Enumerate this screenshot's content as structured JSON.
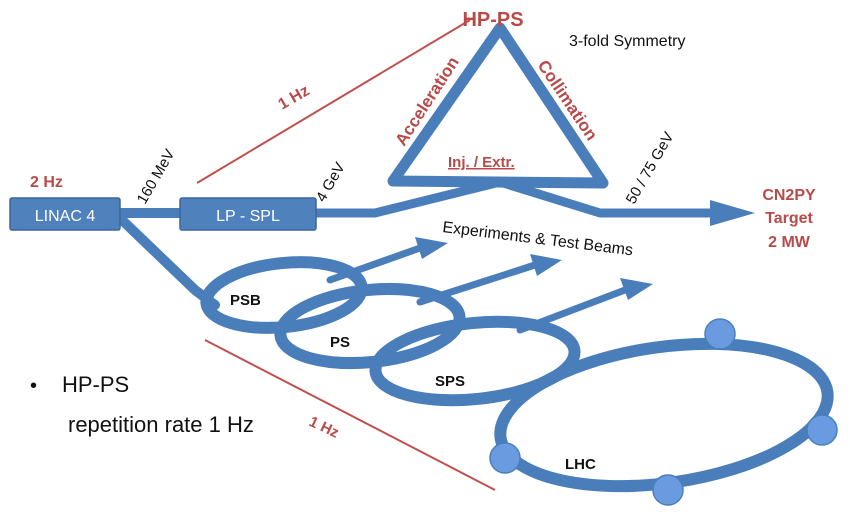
{
  "colors": {
    "beam": "#4a7ebb",
    "box": "#4f81bd",
    "accent_red": "#b94a48",
    "text": "#111111"
  },
  "labels": {
    "hpps_title": "HP-PS",
    "symmetry": "3-fold Symmetry",
    "one_hz_top": "1 Hz",
    "acceleration": "Acceleration",
    "collimation": "Collimation",
    "inj_extr": "Inj. / Extr.",
    "two_hz": "2 Hz",
    "mev160": "160 MeV",
    "gev4": "4 GeV",
    "gev50_75": "50 / 75 GeV",
    "linac4": "LINAC 4",
    "lp_spl": "LP - SPL",
    "target_line1": "CN2PY",
    "target_line2": "Target",
    "target_line3": "2 MW",
    "experiments": "Experiments & Test Beams",
    "psb": "PSB",
    "ps": "PS",
    "sps": "SPS",
    "lhc": "LHC",
    "one_hz_bottom": "1 Hz"
  },
  "bullet": {
    "marker": "•",
    "line1": "HP-PS",
    "line2": "repetition rate 1 Hz"
  }
}
